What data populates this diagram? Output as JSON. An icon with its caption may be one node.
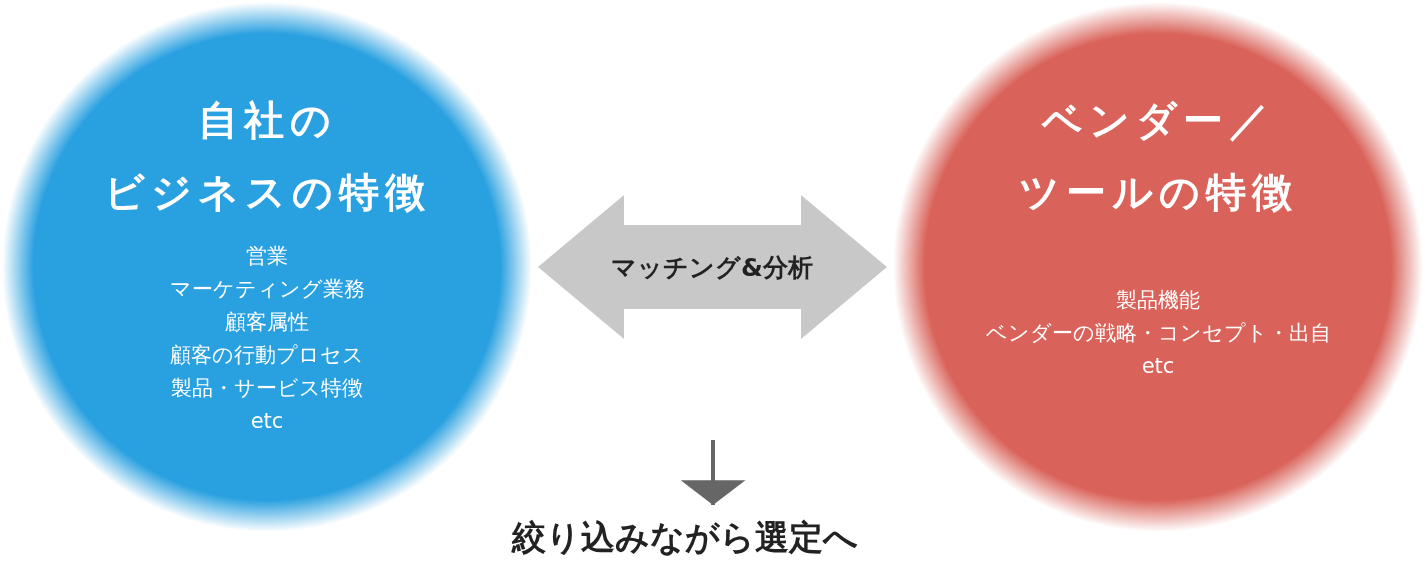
{
  "diagram": {
    "nodes": [
      {
        "text": [
          "自社の",
          "ビジネスの特徴",
          "営業",
          "マーケティング業務",
          "顧客属性",
          "顧客の行動プロセス",
          "製品・サービス特徴",
          "etc"
        ]
      },
      {
        "text": [
          "ベンダー／",
          "ツールの特徴",
          "製品機能",
          "ベンダーの戦略・コンセプト・出自",
          "etc"
        ]
      },
      {
        "text": [
          "絞り込みながら選定へ"
        ]
      }
    ],
    "edges": [
      {
        "from": 0,
        "to": 1,
        "arrow": "both",
        "label": "マッチング&分析"
      },
      {
        "from": null,
        "to": 2,
        "arrow": "to"
      }
    ]
  }
}
